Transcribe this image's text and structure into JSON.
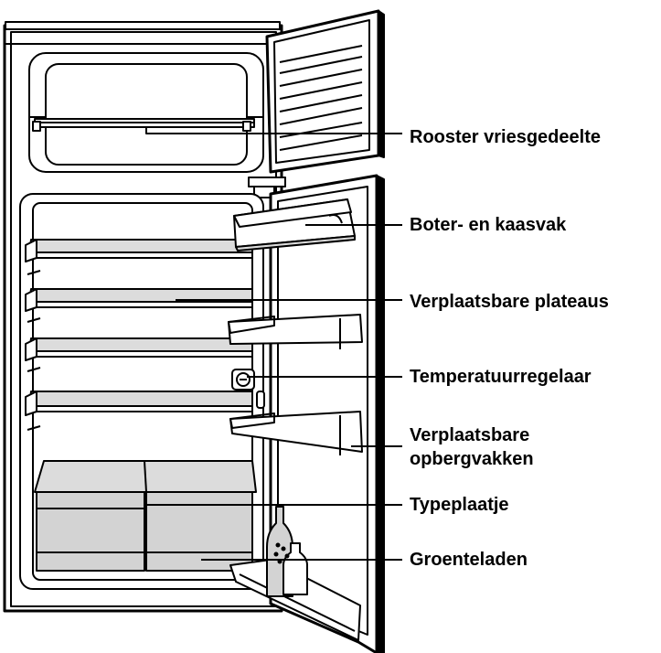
{
  "colors": {
    "line": "#000000",
    "fill": "#ffffff",
    "shelf": "#dcdcdc",
    "drawer": "#d3d3d3"
  },
  "labels": {
    "rooster_vriesgedeelte": "Rooster vriesgedeelte",
    "boter_en_kaasvak": "Boter- en kaasvak",
    "verplaatsbare_plateaus": "Verplaatsbare plateaus",
    "temperatuurregelaar": "Temperatuurregelaar",
    "verplaatsbare_opbergvakken_line1": "Verplaatsbare",
    "verplaatsbare_opbergvakken_line2": "opbergvakken",
    "typeplaatje": "Typeplaatje",
    "groenteladen": "Groenteladen"
  }
}
